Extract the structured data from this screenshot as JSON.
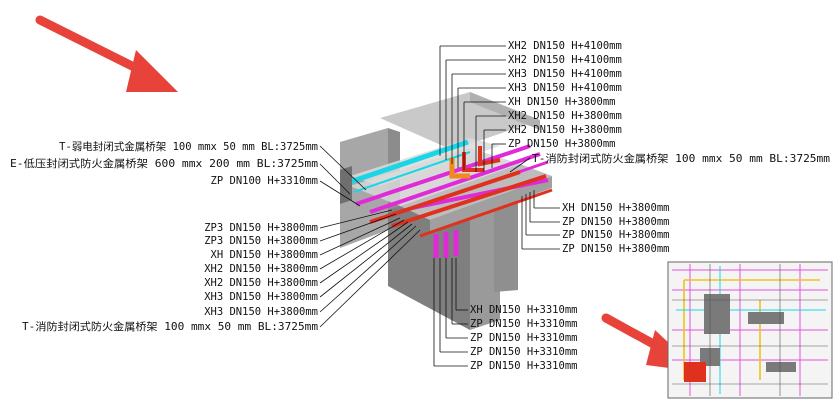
{
  "colors": {
    "arrow": "#e8433a",
    "tray_gray": "#9a9a9a",
    "pipe_magenta": "#e02ad8",
    "pipe_red": "#e0301e",
    "pipe_cyan": "#19d6e6",
    "pipe_orange": "#f08a1e"
  },
  "labels": {
    "top_right": [
      "XH2 DN150 H+4100mm",
      "XH2 DN150 H+4100mm",
      "XH3 DN150 H+4100mm",
      "XH3 DN150 H+4100mm",
      "XH DN150 H+3800mm",
      "XH2 DN150 H+3800mm",
      "XH2 DN150 H+3800mm",
      "ZP DN150 H+3800mm"
    ],
    "right_tray": "T-消防封闭式防火金属桥架 100 mmx 50 mm BL:3725mm",
    "left_top": [
      "T-弱电封闭式金属桥架 100 mmx 50 mm BL:3725mm",
      "E-低压封闭式防火金属桥架 600 mmx 200 mm BL:3725mm",
      "ZP DN100 H+3310mm"
    ],
    "left_mid": [
      "ZP3 DN150 H+3800mm",
      "ZP3 DN150 H+3800mm",
      "XH DN150 H+3800mm",
      "XH2 DN150 H+3800mm",
      "XH2 DN150 H+3800mm",
      "XH3 DN150 H+3800mm",
      "XH3 DN150 H+3800mm",
      "T-消防封闭式防火金属桥架 100 mmx 50 mm BL:3725mm"
    ],
    "right_mid": [
      "XH DN150 H+3800mm",
      "ZP DN150 H+3800mm",
      "ZP DN150 H+3800mm",
      "ZP DN150 H+3800mm"
    ],
    "bottom": [
      "XH DN150 H+3310mm",
      "ZP DN150 H+3310mm",
      "ZP DN150 H+3310mm",
      "ZP DN150 H+3310mm",
      "ZP DN150 H+3310mm"
    ]
  },
  "icons": {
    "top_arrow": "red-arrow-icon",
    "bottom_arrow": "red-arrow-icon"
  }
}
